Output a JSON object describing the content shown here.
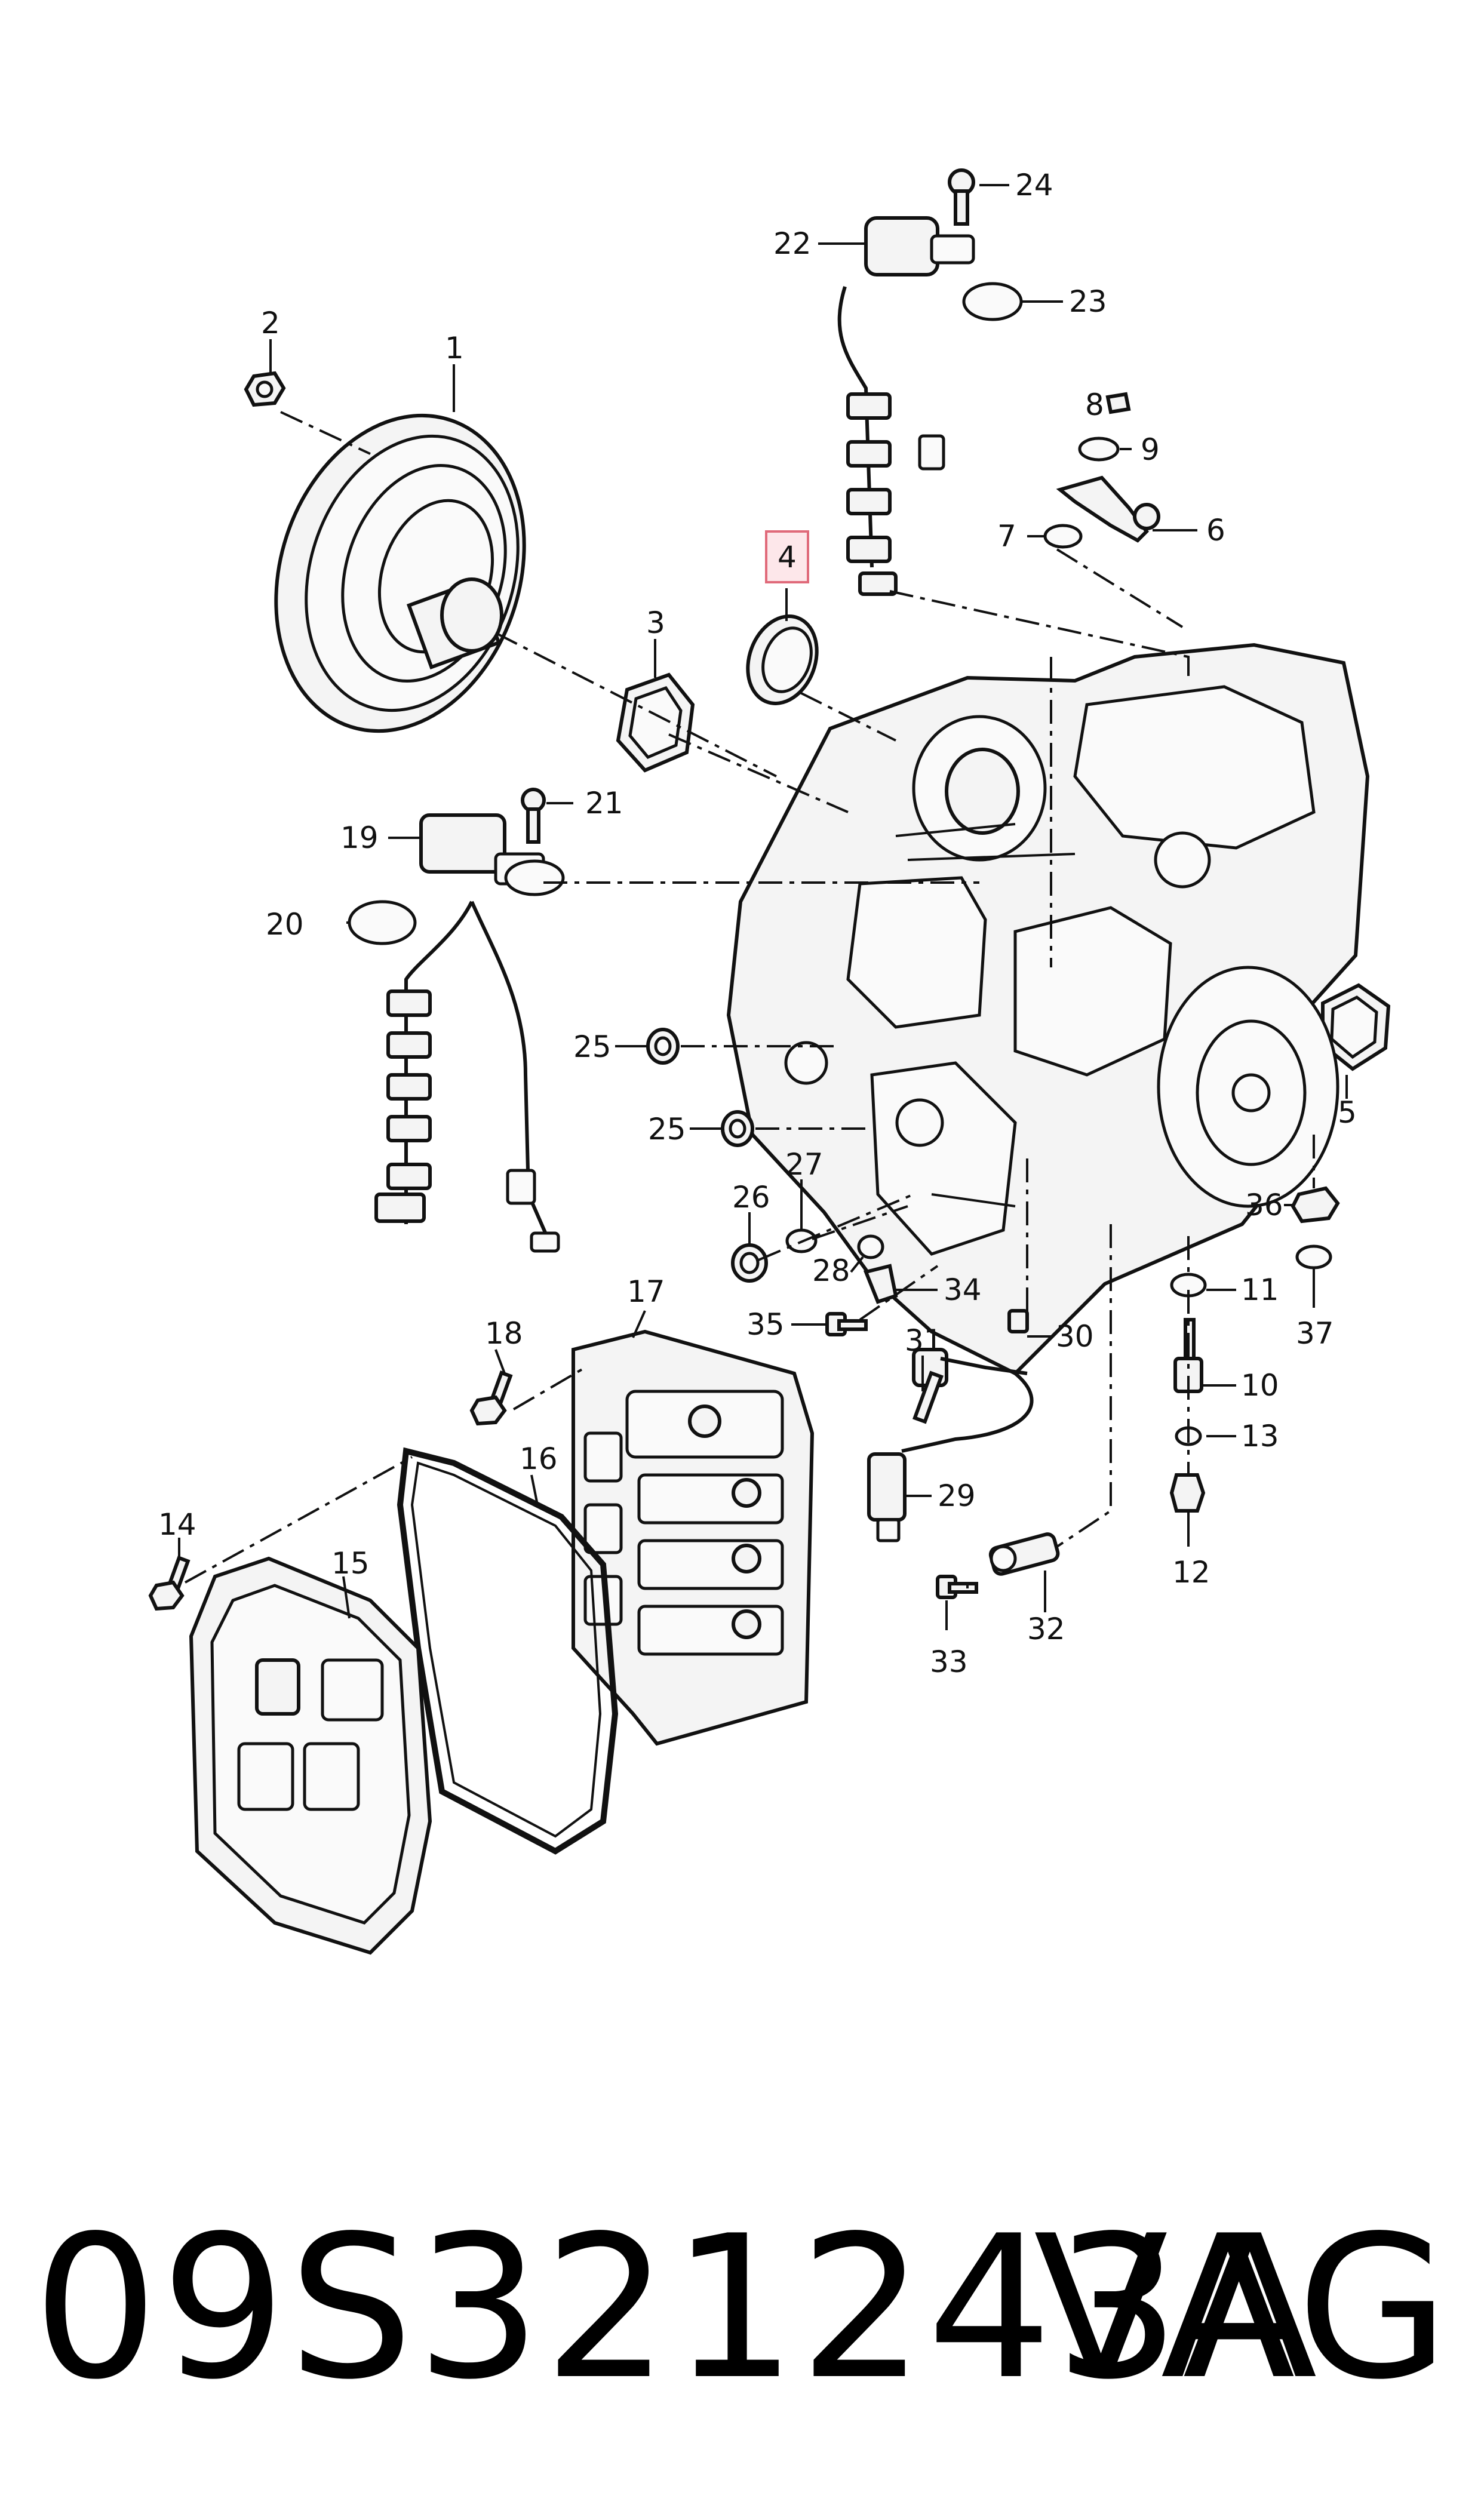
{
  "callouts": {
    "c1": "1",
    "c2": "2",
    "c3": "3",
    "c4": "4",
    "c5": "5",
    "c6": "6",
    "c7": "7",
    "c8": "8",
    "c9": "9",
    "c10": "10",
    "c11": "11",
    "c12": "12",
    "c13": "13",
    "c14": "14",
    "c15": "15",
    "c16": "16",
    "c17": "17",
    "c18": "18",
    "c19": "19",
    "c20": "20",
    "c21": "21",
    "c22": "22",
    "c23": "23",
    "c24": "24",
    "c25a": "25",
    "c25b": "25",
    "c26": "26",
    "c27": "27",
    "c28": "28",
    "c29": "29",
    "c30": "30",
    "c31": "31",
    "c32": "32",
    "c33": "33",
    "c34": "34",
    "c35": "35",
    "c36": "36",
    "c37": "37"
  },
  "highlighted_callout": "4",
  "footer": {
    "part_number": "09S321243A",
    "brand": "VAG"
  },
  "colors": {
    "highlight_fill": "#fde7ea",
    "highlight_stroke": "#e06a7a"
  }
}
